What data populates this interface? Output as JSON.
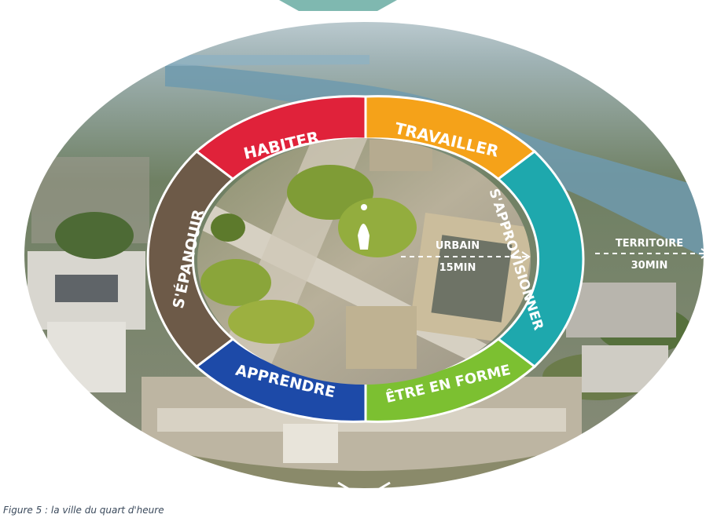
{
  "diagram": {
    "segments": [
      {
        "label": "HABITER",
        "color": "#e0223a"
      },
      {
        "label": "TRAVAILLER",
        "color": "#f5a219"
      },
      {
        "label": "S'APPROVISIONNER",
        "color": "#1ea8ad"
      },
      {
        "label": "ÊTRE EN FORME",
        "color": "#7cc031"
      },
      {
        "label": "APPRENDRE",
        "color": "#1d4aa8"
      },
      {
        "label": "S'ÉPANOUIR",
        "color": "#6d5a48"
      }
    ],
    "urbain": {
      "line1": "URBAIN",
      "line2": "15MIN"
    },
    "territoire": {
      "line1": "TERRITOIRE",
      "line2": "30MIN"
    }
  },
  "caption": "Figure 5 : la ville du quart d'heure"
}
